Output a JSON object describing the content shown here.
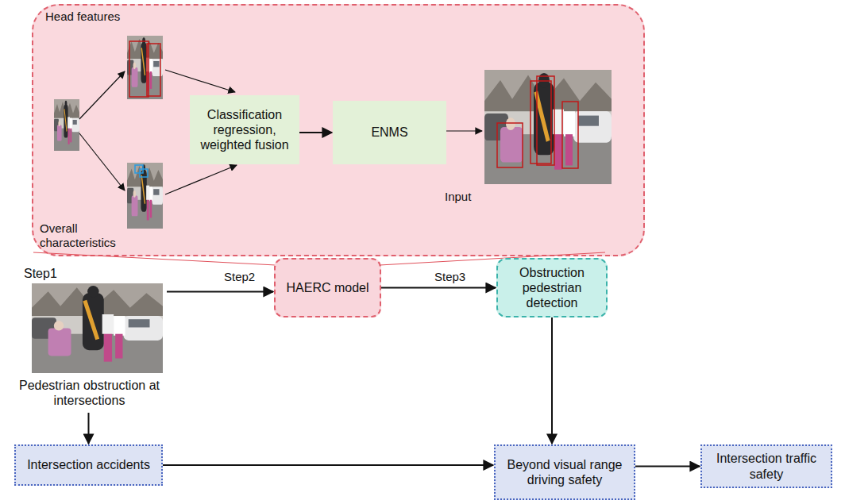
{
  "diagram": {
    "nodes": [
      {
        "text": [
          "Head features",
          "Overall characteristics",
          "Input"
        ]
      },
      {
        "text": [
          "Classification regression, weighted fusion"
        ],
        "in": 0
      },
      {
        "text": [
          "ENMS"
        ],
        "in": 0
      },
      {
        "text": [
          "Step1",
          "Pedestrian obstruction at intersections"
        ]
      },
      {
        "text": [
          "HAERC model"
        ]
      },
      {
        "text": [
          "Obstruction pedestrian detection"
        ]
      },
      {
        "text": [
          "Intersection accidents"
        ]
      },
      {
        "text": [
          "Beyond visual range driving safety"
        ]
      },
      {
        "text": [
          "Intersection traffic safety"
        ]
      }
    ],
    "edges": [
      {
        "from": 1,
        "to": 2,
        "arrow": "to"
      },
      {
        "from": 3,
        "to": 4,
        "arrow": "to"
      },
      {
        "from": 4,
        "to": 5,
        "arrow": "to"
      },
      {
        "from": 3,
        "to": 6,
        "arrow": "to"
      },
      {
        "from": 5,
        "to": 7,
        "arrow": "to"
      },
      {
        "from": 6,
        "to": 7,
        "arrow": "to"
      },
      {
        "from": 7,
        "to": 8,
        "arrow": "to"
      }
    ],
    "labels": [
      "Step2",
      "Step3"
    ]
  }
}
